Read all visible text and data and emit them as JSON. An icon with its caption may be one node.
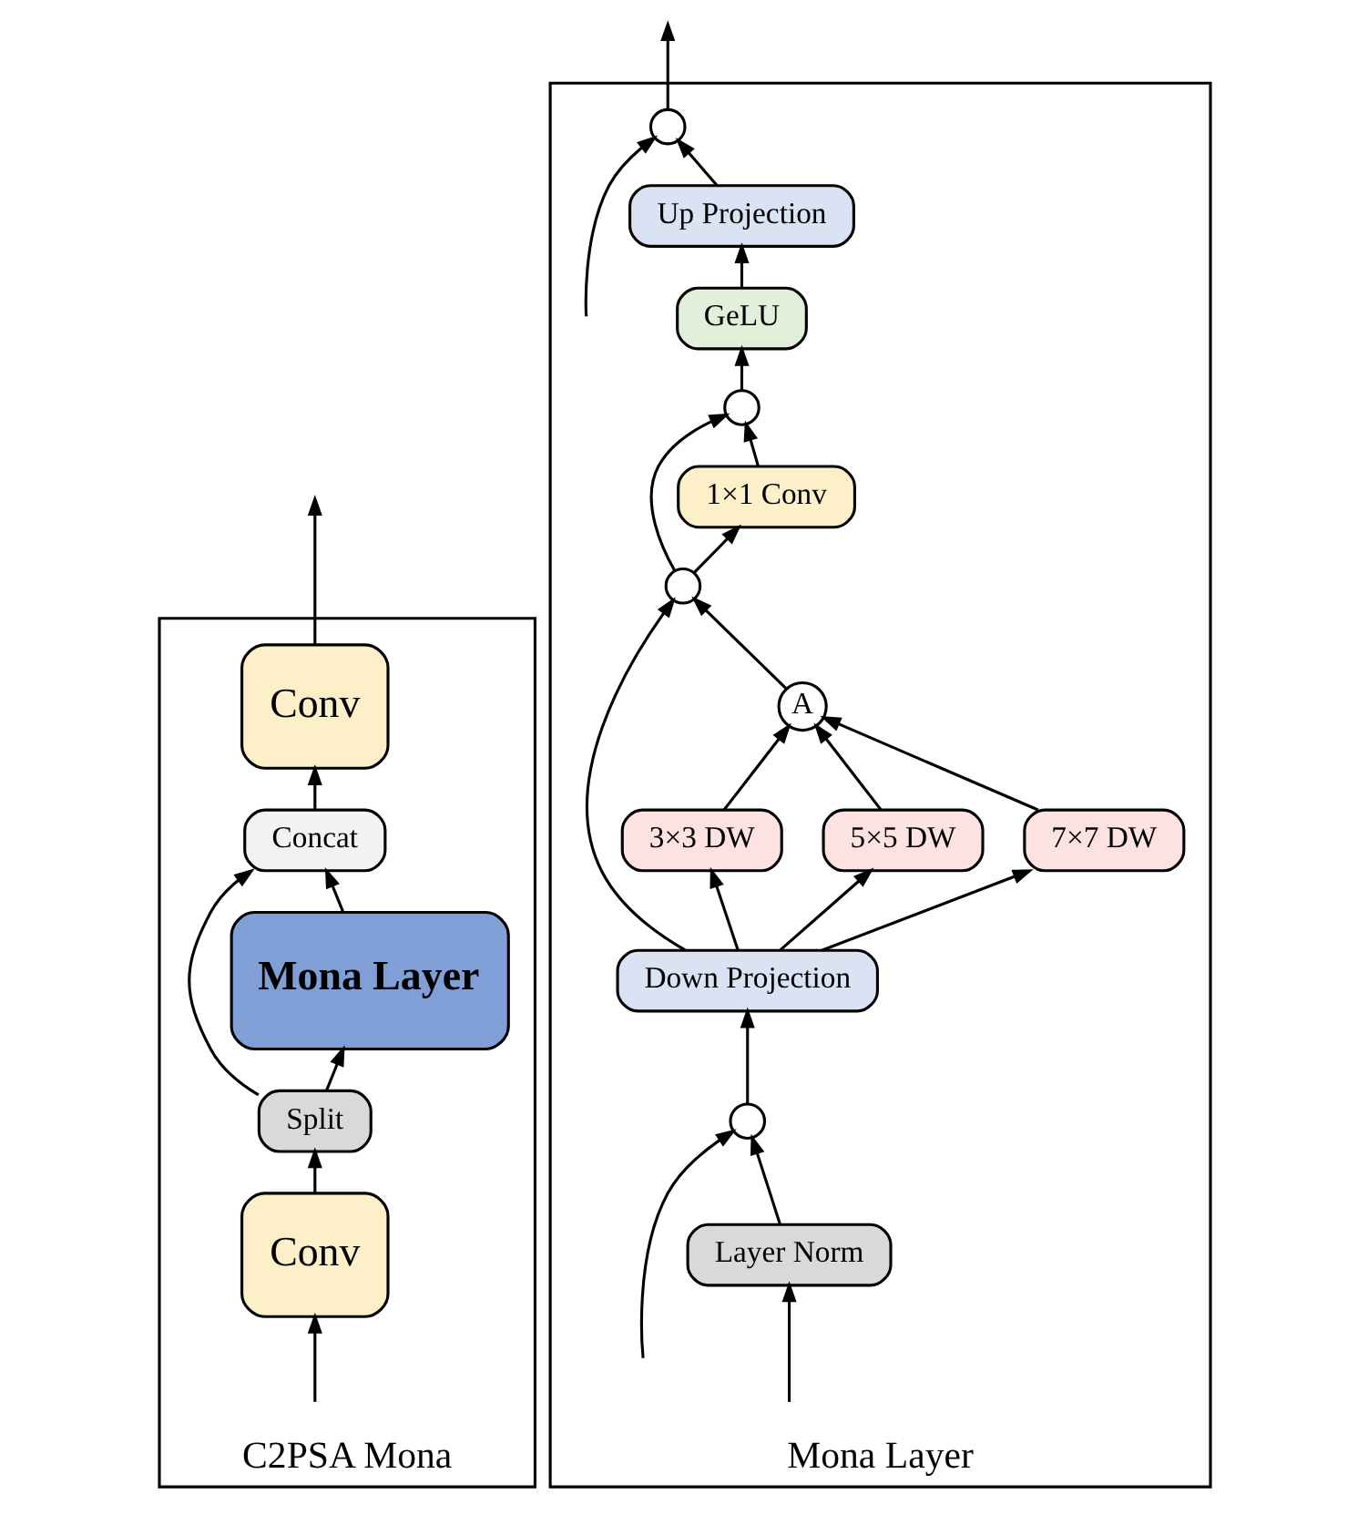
{
  "diagram": {
    "nodes": [
      {
        "text": [
          "C2PSA Mona"
        ]
      },
      {
        "text": [
          "Conv"
        ],
        "in": 0
      },
      {
        "text": [
          "Concat"
        ],
        "in": 0
      },
      {
        "text": [
          "Mona Layer"
        ],
        "in": 0
      },
      {
        "text": [
          "Split"
        ],
        "in": 0
      },
      {
        "text": [
          "Conv"
        ],
        "in": 0
      },
      {
        "text": [
          "Mona Layer"
        ]
      },
      {
        "text": [],
        "shape": "circle",
        "in": 6
      },
      {
        "text": [
          "Up Projection"
        ],
        "in": 6
      },
      {
        "text": [
          "GeLU"
        ],
        "in": 6
      },
      {
        "text": [],
        "shape": "circle",
        "in": 6
      },
      {
        "text": [
          "1×1 Conv"
        ],
        "in": 6
      },
      {
        "text": [],
        "shape": "circle",
        "in": 6
      },
      {
        "text": [
          "A"
        ],
        "in": 6
      },
      {
        "text": [
          "3×3 DW"
        ],
        "in": 6
      },
      {
        "text": [
          "5×5 DW"
        ],
        "in": 6
      },
      {
        "text": [
          "7×7 DW"
        ],
        "in": 6
      },
      {
        "text": [
          "Down Projection"
        ],
        "in": 6
      },
      {
        "text": [],
        "shape": "circle",
        "in": 6
      },
      {
        "text": [
          "Layer Norm"
        ],
        "in": 6
      }
    ],
    "edges": [
      {
        "from": null,
        "to": 5,
        "arrow": "to"
      },
      {
        "from": 5,
        "to": 4,
        "arrow": "to"
      },
      {
        "from": 4,
        "to": 3,
        "arrow": "to"
      },
      {
        "from": 3,
        "to": 2,
        "arrow": "to"
      },
      {
        "from": 4,
        "to": 2,
        "arrow": "to"
      },
      {
        "from": 2,
        "to": 1,
        "arrow": "to"
      },
      {
        "from": 1,
        "to": null,
        "arrow": "to"
      },
      {
        "from": null,
        "to": 19,
        "arrow": "to"
      },
      {
        "from": null,
        "to": 18,
        "arrow": "to"
      },
      {
        "from": null,
        "to": 7,
        "arrow": "to"
      },
      {
        "from": 19,
        "to": 18,
        "arrow": "to"
      },
      {
        "from": 18,
        "to": 17,
        "arrow": "to"
      },
      {
        "from": 17,
        "to": 14,
        "arrow": "to"
      },
      {
        "from": 17,
        "to": 15,
        "arrow": "to"
      },
      {
        "from": 17,
        "to": 16,
        "arrow": "to"
      },
      {
        "from": 17,
        "to": 12,
        "arrow": "to"
      },
      {
        "from": 14,
        "to": 13,
        "arrow": "to"
      },
      {
        "from": 15,
        "to": 13,
        "arrow": "to"
      },
      {
        "from": 16,
        "to": 13,
        "arrow": "to"
      },
      {
        "from": 13,
        "to": 12,
        "arrow": "to"
      },
      {
        "from": 12,
        "to": 11,
        "arrow": "to"
      },
      {
        "from": 12,
        "to": 10,
        "arrow": "to"
      },
      {
        "from": 11,
        "to": 10,
        "arrow": "to"
      },
      {
        "from": 10,
        "to": 9,
        "arrow": "to"
      },
      {
        "from": 9,
        "to": 8,
        "arrow": "to"
      },
      {
        "from": 8,
        "to": 7,
        "arrow": "to"
      },
      {
        "from": 7,
        "to": null,
        "arrow": "to"
      }
    ]
  }
}
